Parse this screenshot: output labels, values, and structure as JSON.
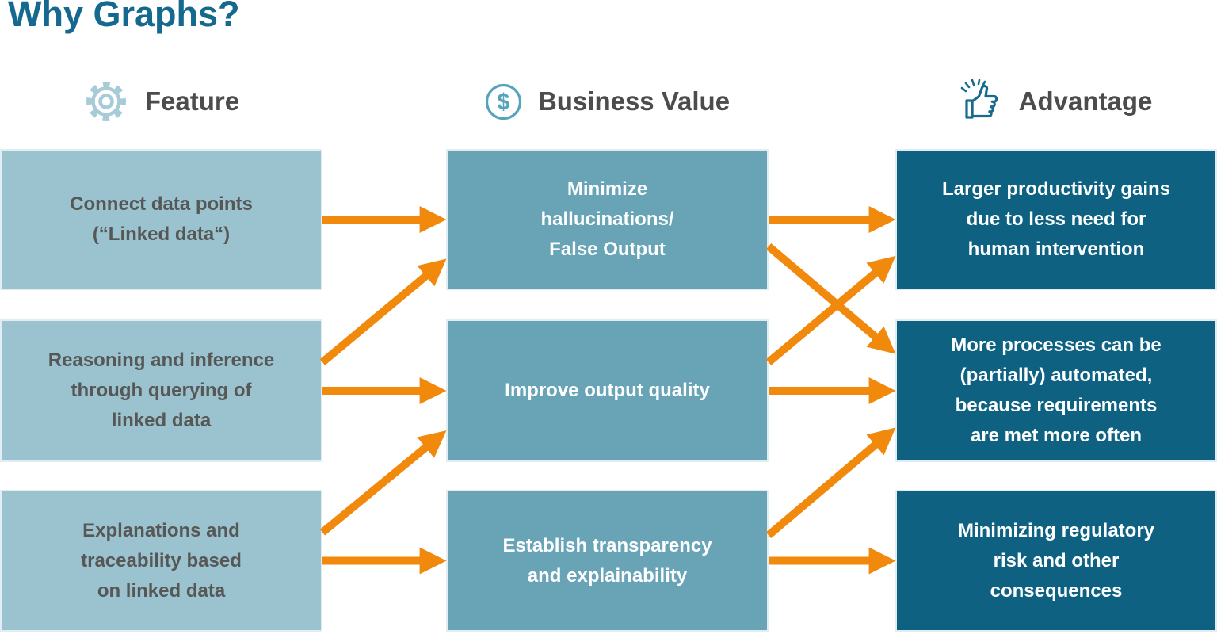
{
  "title": "Why Graphs?",
  "colors": {
    "title": "#15688E",
    "heading": "#4C4C4C",
    "feature_box": "#9AC2CF",
    "value_box": "#68A3B6",
    "advantage_box": "#0F6181",
    "dark_text": "#575756",
    "light_text": "#FDFEFF",
    "arrow": "#F0890C",
    "box_border": "#E0EEF3",
    "gear_icon": "#A8CBD8",
    "dollar_icon": "#56A4BB",
    "thumb_icon": "#176B8E"
  },
  "columns": [
    {
      "id": "feature",
      "label": "Feature",
      "icon": "gear-icon",
      "boxes": [
        {
          "id": "feature-1",
          "text": "Connect data points\n(“Linked data“)"
        },
        {
          "id": "feature-2",
          "text": "Reasoning and inference\nthrough querying of\nlinked data"
        },
        {
          "id": "feature-3",
          "text": "Explanations and\ntraceability based\non linked data"
        }
      ]
    },
    {
      "id": "business-value",
      "label": "Business Value",
      "icon": "dollar-circle-icon",
      "glyph": "$",
      "boxes": [
        {
          "id": "value-1",
          "text": "Minimize\nhallucinations/\nFalse Output"
        },
        {
          "id": "value-2",
          "text": "Improve output quality"
        },
        {
          "id": "value-3",
          "text": "Establish transparency\nand explainability"
        }
      ]
    },
    {
      "id": "advantage",
      "label": "Advantage",
      "icon": "thumbs-up-icon",
      "boxes": [
        {
          "id": "advantage-1",
          "text": "Larger productivity gains\ndue to less need for\nhuman intervention"
        },
        {
          "id": "advantage-2",
          "text": "More processes can be\n(partially) automated,\nbecause requirements\nare met more often"
        },
        {
          "id": "advantage-3",
          "text": "Minimizing regulatory\nrisk and other\nconsequences"
        }
      ]
    }
  ],
  "connections": [
    {
      "from": "feature-1",
      "to": "value-1",
      "from_anchor": 0.5,
      "to_anchor": 0.5
    },
    {
      "from": "feature-2",
      "to": "value-1",
      "from_anchor": 0.3,
      "to_anchor": 0.78
    },
    {
      "from": "feature-2",
      "to": "value-2",
      "from_anchor": 0.5,
      "to_anchor": 0.5
    },
    {
      "from": "feature-3",
      "to": "value-2",
      "from_anchor": 0.3,
      "to_anchor": 0.78
    },
    {
      "from": "feature-3",
      "to": "value-3",
      "from_anchor": 0.5,
      "to_anchor": 0.5
    },
    {
      "from": "value-1",
      "to": "advantage-1",
      "from_anchor": 0.5,
      "to_anchor": 0.5
    },
    {
      "from": "value-1",
      "to": "advantage-2",
      "from_anchor": 0.69,
      "to_anchor": 0.24
    },
    {
      "from": "value-2",
      "to": "advantage-1",
      "from_anchor": 0.3,
      "to_anchor": 0.76
    },
    {
      "from": "value-2",
      "to": "advantage-2",
      "from_anchor": 0.5,
      "to_anchor": 0.5
    },
    {
      "from": "value-3",
      "to": "advantage-2",
      "from_anchor": 0.32,
      "to_anchor": 0.76
    },
    {
      "from": "value-3",
      "to": "advantage-3",
      "from_anchor": 0.5,
      "to_anchor": 0.5
    }
  ]
}
